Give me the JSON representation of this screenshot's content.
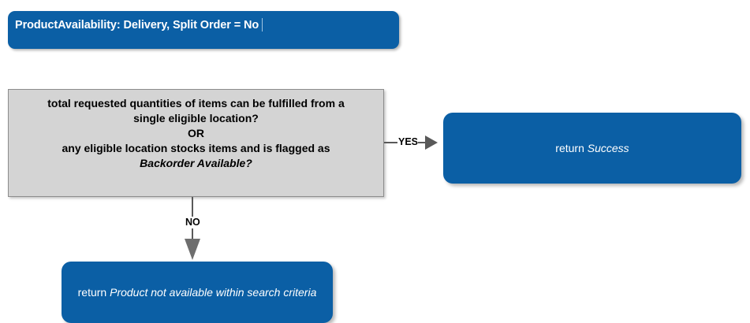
{
  "header": {
    "title": "ProductAvailability: Delivery, Split Order = No",
    "caret_visible": true
  },
  "decision": {
    "name": "availability-decision",
    "lines": [
      {
        "text": "total requested quantities of items can be fulfilled from a",
        "italic": false
      },
      {
        "text": "single eligible location?",
        "italic": false
      },
      {
        "text": "OR",
        "italic": false
      },
      {
        "text": "any eligible location stocks items and is flagged as",
        "italic": false
      },
      {
        "text": "Backorder Available?",
        "italic": true
      }
    ],
    "full_text": "total requested quantities of items can be fulfilled from a single eligible location? OR any eligible location stocks items and is flagged as Backorder Available?"
  },
  "edges": [
    {
      "label": "YES",
      "from": "availability-decision",
      "to": "return-success"
    },
    {
      "label": "NO",
      "from": "availability-decision",
      "to": "return-not-available"
    }
  ],
  "nodes": {
    "success": {
      "prefix": "return ",
      "value": "Success",
      "full_text": "return Success"
    },
    "not_available": {
      "prefix": "return ",
      "value": "Product not available within search criteria",
      "full_text": "return Product not available within search criteria"
    }
  },
  "colors": {
    "node_blue": "#0B5FA5",
    "decision_gray": "#D4D4D4",
    "decision_border": "#8D8D8D",
    "connector_gray": "#595959",
    "arrow_gray": "#6E6E6E",
    "node_text": "#FFFFFF",
    "decision_text": "#000000",
    "canvas": "#FFFFFF"
  }
}
